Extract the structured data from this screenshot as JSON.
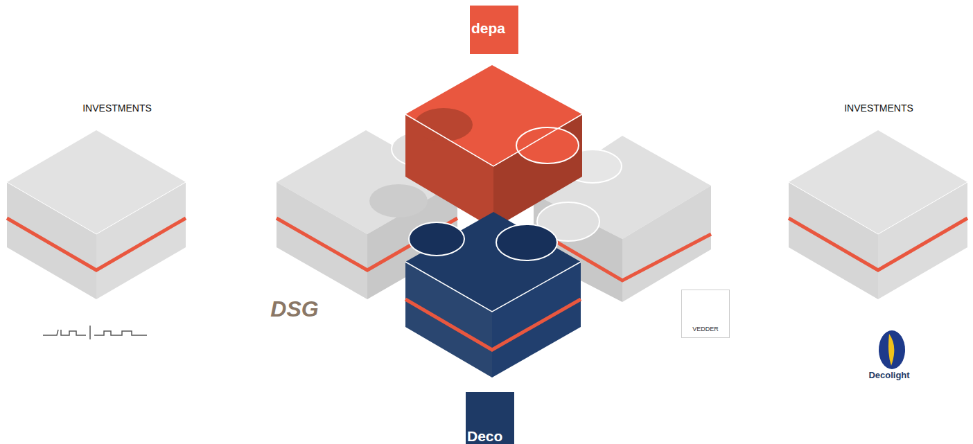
{
  "diagram": {
    "nodes": [
      {
        "text": [
          "depa"
        ]
      },
      {
        "text": [
          "VEDDER"
        ]
      },
      {
        "text": [
          "Deco"
        ]
      }
    ],
    "labels": [
      "INVESTMENTS",
      "INVESTMENTS",
      "DSG",
      "Decolight"
    ]
  }
}
